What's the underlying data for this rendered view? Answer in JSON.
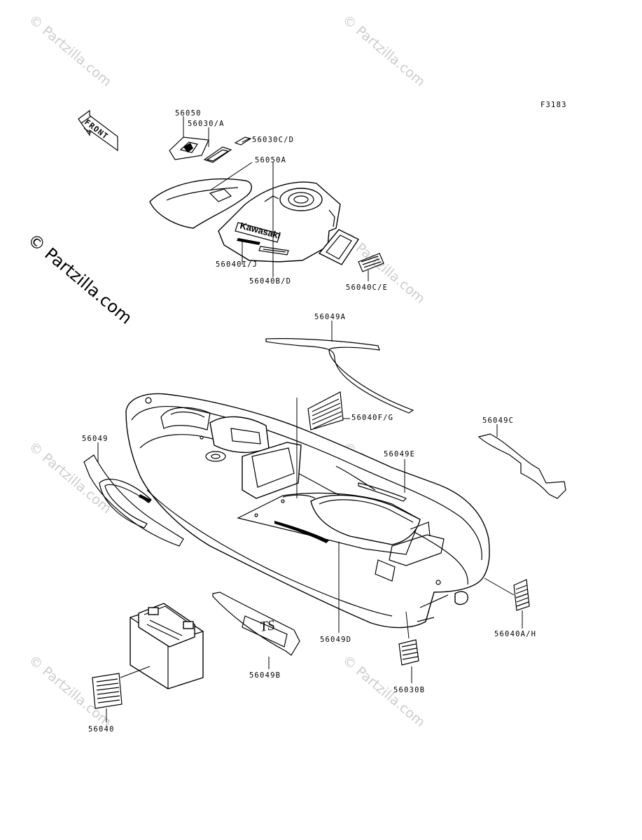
{
  "figure_id": "F3183",
  "front_label": "FRONT",
  "watermarks": {
    "main": "© Partzilla.com",
    "faint": "© Partzilla.com"
  },
  "callouts": {
    "p56050": "56050",
    "p56030a": "56030/A",
    "p56030cd": "56030C/D",
    "p56050a": "56050A",
    "p56040ij": "56040I/J",
    "p56040bd": "56040B/D",
    "p56040ce": "56040C/E",
    "p56049a": "56049A",
    "p56040fg": "56040F/G",
    "p56049c": "56049C",
    "p56049": "56049",
    "p56049e": "56049E",
    "p56049d": "56049D",
    "p56040ah": "56040A/H",
    "p56049b": "56049B",
    "p56030b": "56030B",
    "p56040": "56040"
  },
  "decal_text": {
    "kawasaki": "Kawasaki",
    "ts": "TS"
  }
}
